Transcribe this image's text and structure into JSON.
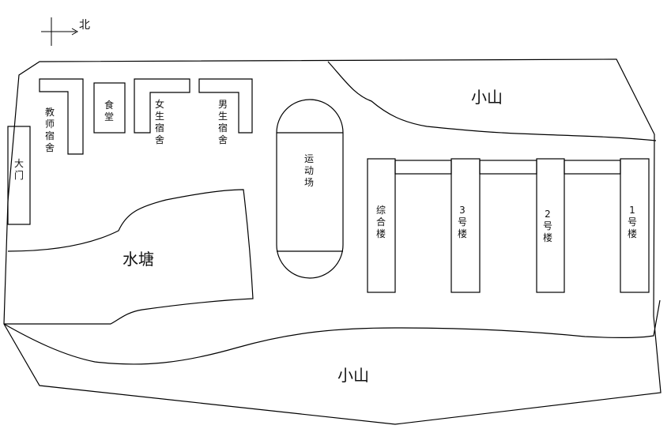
{
  "compass": {
    "north_label": "北"
  },
  "labels": {
    "gate": "大\n门",
    "teacher_dorm": "教\n师\n宿\n舍",
    "canteen": "食\n堂",
    "female_dorm": "女\n生\n宿\n舍",
    "male_dorm": "男\n生\n宿\n舍",
    "playground": "运\n动\n场",
    "complex_building": "综\n合\n楼",
    "building_3": "3\n号\n楼",
    "building_2": "2\n号\n楼",
    "building_1": "1\n号\n楼",
    "pond": "水塘",
    "hill_top": "小山",
    "hill_bottom": "小山"
  }
}
